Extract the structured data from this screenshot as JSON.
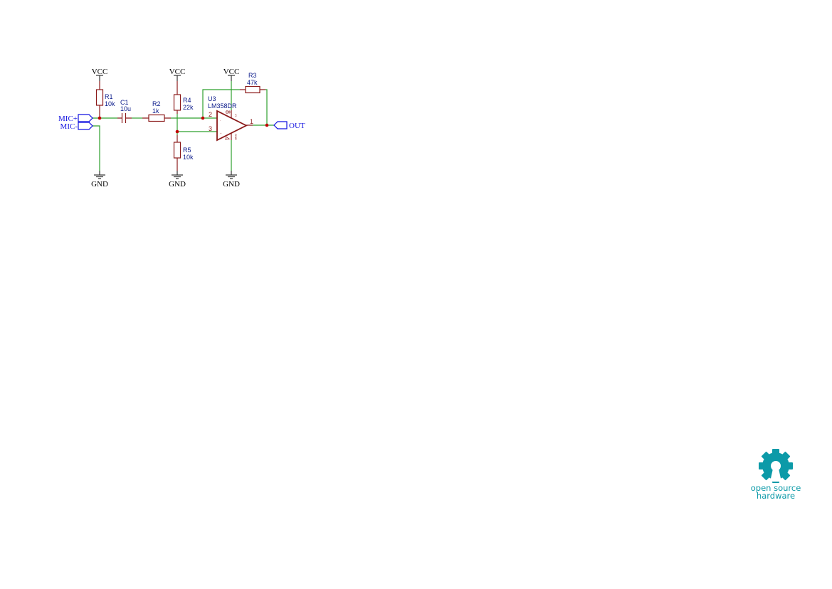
{
  "power": {
    "vcc": "VCC",
    "gnd": "GND"
  },
  "components": {
    "R1": {
      "ref": "R1",
      "value": "10k"
    },
    "C1": {
      "ref": "C1",
      "value": "10u"
    },
    "R2": {
      "ref": "R2",
      "value": "1k"
    },
    "R4": {
      "ref": "R4",
      "value": "22k"
    },
    "R5": {
      "ref": "R5",
      "value": "10k"
    },
    "R3": {
      "ref": "R3",
      "value": "47k"
    },
    "U3": {
      "ref": "U3",
      "value": "LM358DR",
      "pins": {
        "inv": "2",
        "noninv": "3",
        "out": "1",
        "vplus": "8",
        "gnd": "4"
      },
      "pin_names": {
        "vplus": "V+",
        "gnd": "GND",
        "minus": "-",
        "plus": "+"
      }
    }
  },
  "labels": {
    "mic_plus": "MIC+",
    "mic_minus": "MIC-",
    "out": "OUT"
  },
  "logo": {
    "line1": "open source",
    "line2": "hardware"
  },
  "colors": {
    "wire": "#2ea02e",
    "component": "#8b1a1a",
    "junction": "#c00000",
    "label": "#1010e0",
    "logo": "#0c9aa8"
  }
}
